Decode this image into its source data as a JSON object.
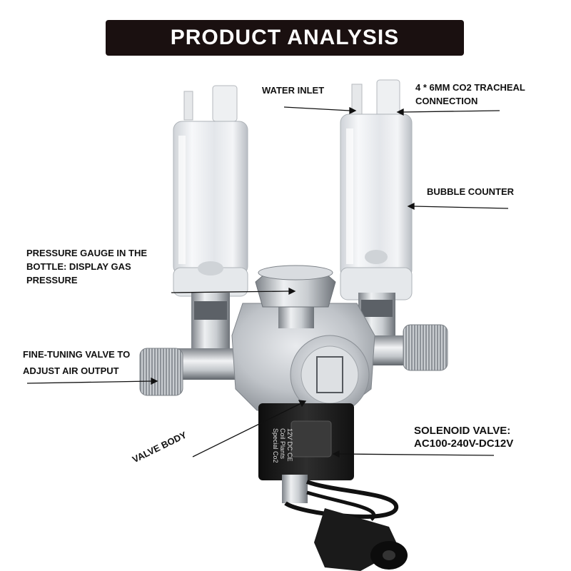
{
  "banner": {
    "title": "PRODUCT ANALYSIS"
  },
  "labels": {
    "water_inlet": "WATER INLET",
    "tracheal_line1": "4 * 6MM CO2 TRACHEAL",
    "tracheal_line2": "CONNECTION",
    "bubble_counter": "BUBBLE COUNTER",
    "pressure_line1": "PRESSURE GAUGE IN THE",
    "pressure_line2": "BOTTLE: DISPLAY GAS",
    "pressure_line3": "PRESSURE",
    "fine_line1": "FINE-TUNING VALVE TO",
    "fine_line2": "ADJUST AIR OUTPUT",
    "valve_body": "VALVE BODY",
    "solenoid_line1": "SOLENOID VALVE:",
    "solenoid_line2": "AC100-240V-DC12V"
  },
  "solenoid_print": {
    "line1": "Special Co2",
    "line2": "Coil Plants",
    "line3": "12V  DC CE"
  },
  "colors": {
    "banner_bg": "#1a1010",
    "banner_text": "#ffffff",
    "label_text": "#111111",
    "metal": "#c8ccd0",
    "coil": "#1c1c1c"
  }
}
